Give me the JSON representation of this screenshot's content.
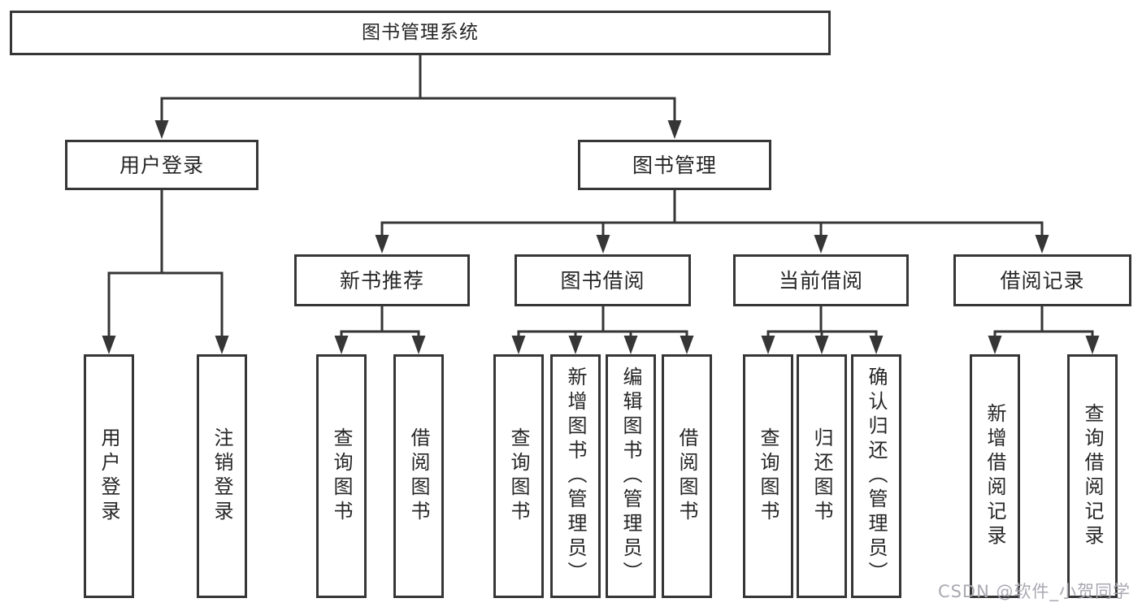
{
  "tree": {
    "label": "图书管理系统",
    "children": [
      {
        "label": "用户登录",
        "children": [
          {
            "label": "用户登录"
          },
          {
            "label": "注销登录"
          }
        ]
      },
      {
        "label": "图书管理",
        "children": [
          {
            "label": "新书推荐",
            "children": [
              {
                "label": "查询图书"
              },
              {
                "label": "借阅图书"
              }
            ]
          },
          {
            "label": "图书借阅",
            "children": [
              {
                "label": "查询图书"
              },
              {
                "label": "新增图书（管理员）"
              },
              {
                "label": "编辑图书（管理员）"
              },
              {
                "label": "借阅图书"
              }
            ]
          },
          {
            "label": "当前借阅",
            "children": [
              {
                "label": "查询图书"
              },
              {
                "label": "归还图书"
              },
              {
                "label": "确认归还（管理员）"
              }
            ]
          },
          {
            "label": "借阅记录",
            "children": [
              {
                "label": "新增借阅记录"
              },
              {
                "label": "查询借阅记录"
              }
            ]
          }
        ]
      }
    ]
  },
  "watermark": {
    "text": "CSDN @软件_小贺同学"
  },
  "colors": {
    "line": "#363636",
    "text": "#262626",
    "watermark": "#a9a9b2",
    "background": "#ffffff"
  }
}
